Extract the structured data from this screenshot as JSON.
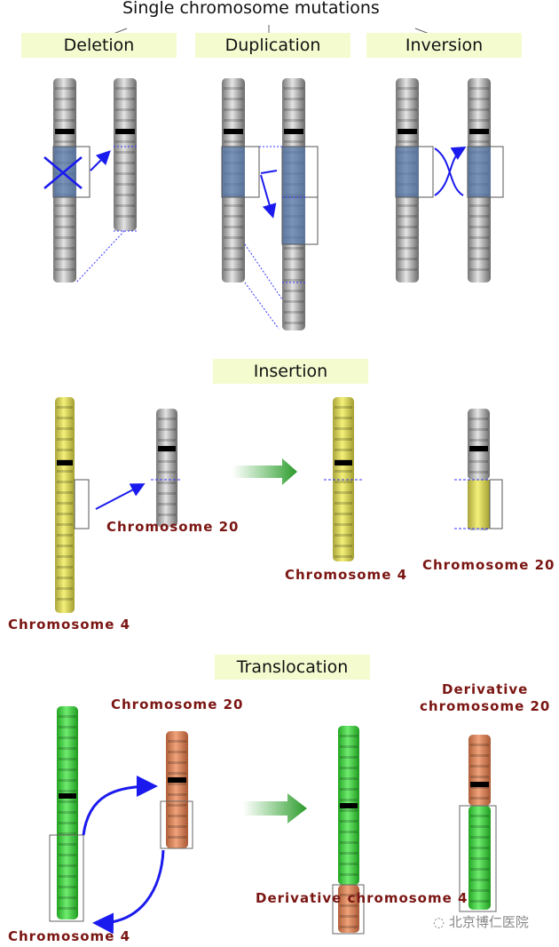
{
  "title": "Single chromosome mutations",
  "sections": {
    "deletion": "Deletion",
    "duplication": "Duplication",
    "inversion": "Inversion",
    "insertion": "Insertion",
    "translocation": "Translocation"
  },
  "labels": {
    "ins_chr20": "Chromosome 20",
    "ins_chr4": "Chromosome 4",
    "ins_result_chr4": "Chromosome 4",
    "ins_result_chr20": "Chromosome 20",
    "tr_chr20": "Chromosome 20",
    "tr_chr4": "Chromosome 4",
    "tr_der20_line1": "Derivative",
    "tr_der20_line2": "chromosome 20",
    "tr_der4": "Derivative chromosome 4"
  },
  "watermark": "北京博仁医院",
  "colors": {
    "gray": "#9a9a9a",
    "yellow": "#d8d450",
    "green": "#3fc83f",
    "orange": "#d98a5e",
    "highlight": "#5577aa",
    "arrow": "#1a1aee",
    "label_bg": "#f4fbcf",
    "label_text": "#7a1512"
  }
}
